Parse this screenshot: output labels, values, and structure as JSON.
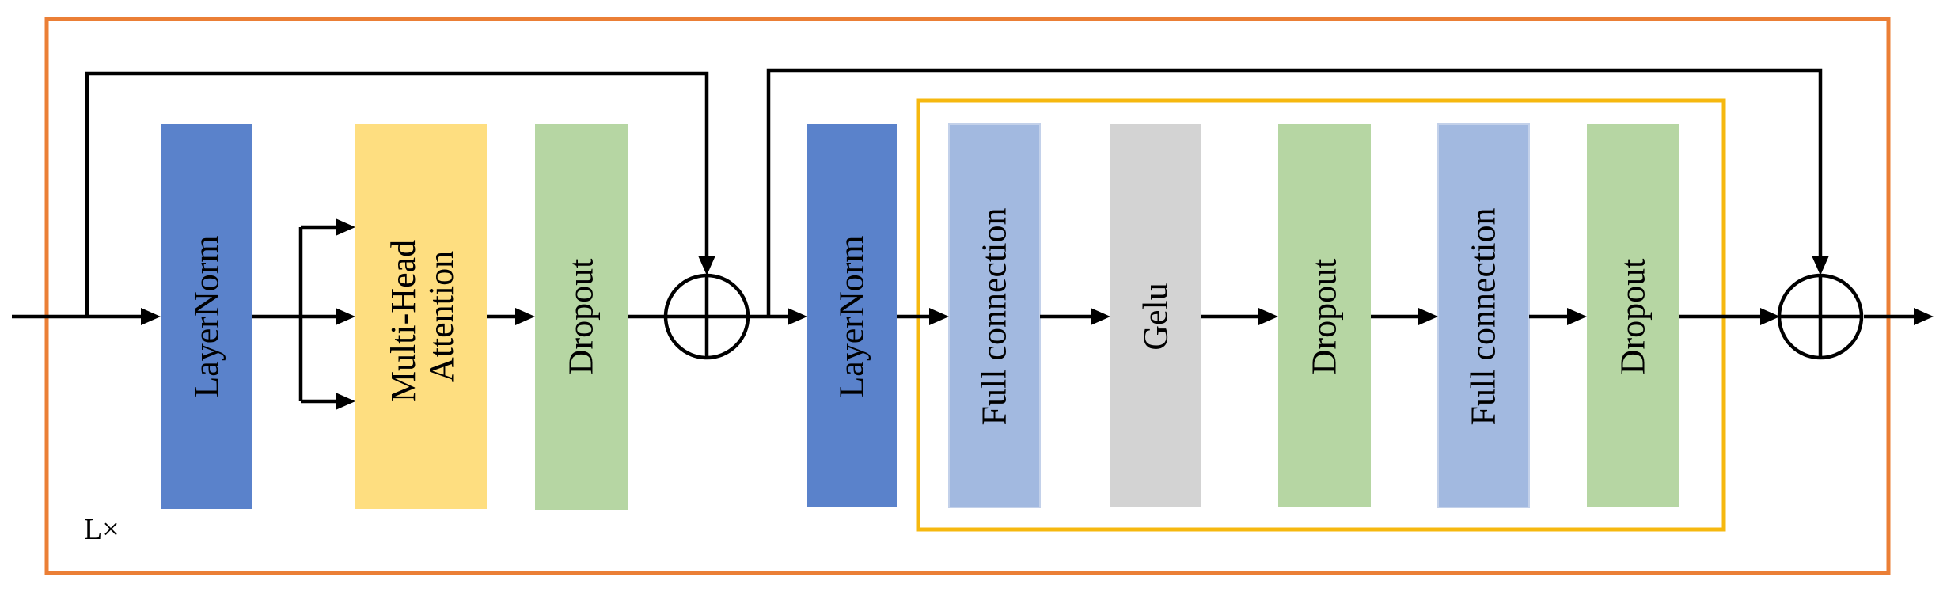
{
  "repeat_label": "L×",
  "colors": {
    "outer_frame": "#EB7F36",
    "mlp_frame": "#F6B80F",
    "layernorm": "#5A82CB",
    "attention": "#FEDE80",
    "dropout": "#B6D6A3",
    "full_connection": "#A2B9E0",
    "gelu": "#D3D3D3",
    "line": "#000000"
  },
  "blocks": {
    "layernorm_1": {
      "label": "LayerNorm",
      "color_key": "layernorm"
    },
    "attention": {
      "label_lines": [
        "Multi-Head",
        "Attention"
      ],
      "color_key": "attention"
    },
    "dropout_1": {
      "label": "Dropout",
      "color_key": "dropout"
    },
    "layernorm_2": {
      "label": "LayerNorm",
      "color_key": "layernorm"
    },
    "full_connection_1": {
      "label": "Full connection",
      "color_key": "full_connection"
    },
    "gelu": {
      "label": "Gelu",
      "color_key": "gelu"
    },
    "dropout_2": {
      "label": "Dropout",
      "color_key": "dropout"
    },
    "full_connection_2": {
      "label": "Full connection",
      "color_key": "full_connection"
    },
    "dropout_3": {
      "label": "Dropout",
      "color_key": "dropout"
    }
  },
  "operators": {
    "add_1": "sum-icon",
    "add_2": "sum-icon"
  }
}
